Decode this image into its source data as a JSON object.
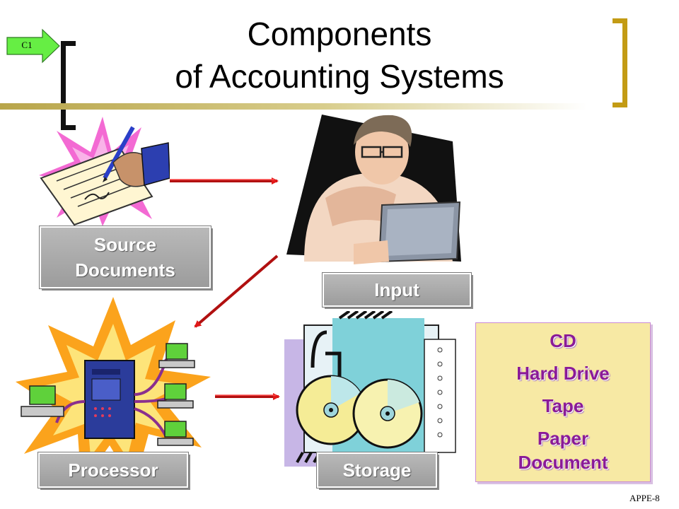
{
  "slide": {
    "tag": "C1",
    "title_line1": "Components",
    "title_line2": "of Accounting Systems",
    "slide_number": "APPE-8"
  },
  "components": {
    "source_documents": "Source\nDocuments",
    "input": "Input",
    "processor": "Processor",
    "storage": "Storage"
  },
  "storage_media": [
    "CD",
    "Hard Drive",
    "Tape",
    "Paper\nDocument"
  ],
  "colors": {
    "arrow": "#e01818",
    "media_text": "#8a1a98",
    "media_background": "#f7e9a4",
    "label_box": "#a8a8a8",
    "title_rule": "#b8a54a",
    "tag_arrow": "#66ee44"
  },
  "icons": {
    "source_documents": "hand-signing-document-icon",
    "input": "person-at-computer-icon",
    "processor": "server-network-icon",
    "storage": "cd-discs-storage-icon"
  }
}
